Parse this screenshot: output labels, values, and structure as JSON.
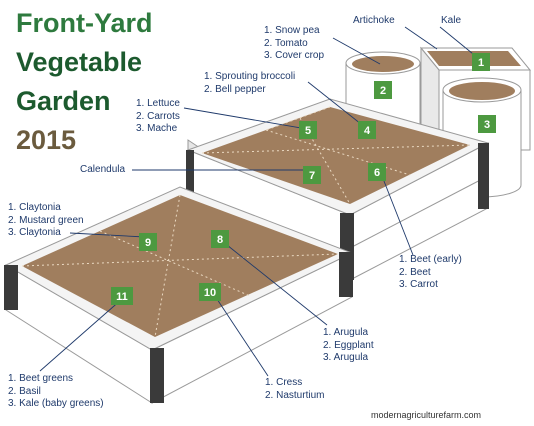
{
  "title": {
    "line1": "Front-Yard",
    "line2": "Vegetable",
    "line3": "Garden",
    "year": "2015"
  },
  "plot_numbers": [
    "1",
    "2",
    "3",
    "4",
    "5",
    "6",
    "7",
    "8",
    "9",
    "10",
    "11"
  ],
  "callouts": {
    "plot1": "Kale",
    "plot2_lines": [
      "1. Snow pea",
      "2. Tomato",
      "3. Cover crop"
    ],
    "artichoke": "Artichoke",
    "plot4_lines": [
      "1. Sprouting broccoli",
      "2. Bell pepper"
    ],
    "plot5_lines": [
      "1. Lettuce",
      "2. Carrots",
      "3. Mache"
    ],
    "plot7": "Calendula",
    "plot6_lines": [
      "1. Beet (early)",
      "2. Beet",
      "3. Carrot"
    ],
    "plot9_lines": [
      "1. Claytonia",
      "2. Mustard green",
      "3. Claytonia"
    ],
    "plot8_lines": [
      "1. Arugula",
      "2. Eggplant",
      "3. Arugula"
    ],
    "plot10_lines": [
      "1. Cress",
      "2. Nasturtium"
    ],
    "plot11_lines": [
      "1. Beet greens",
      "2. Basil",
      "3. Kale (baby greens)"
    ]
  },
  "credit": "modernagriculturefarm.com",
  "colors": {
    "title_green": "#2e7a3e",
    "title_dark_green": "#1c5a2e",
    "year_brown": "#6b5b3e",
    "soil": "#a07e5e",
    "badge_green": "#4d9940",
    "label_blue": "#1f3a6b"
  }
}
